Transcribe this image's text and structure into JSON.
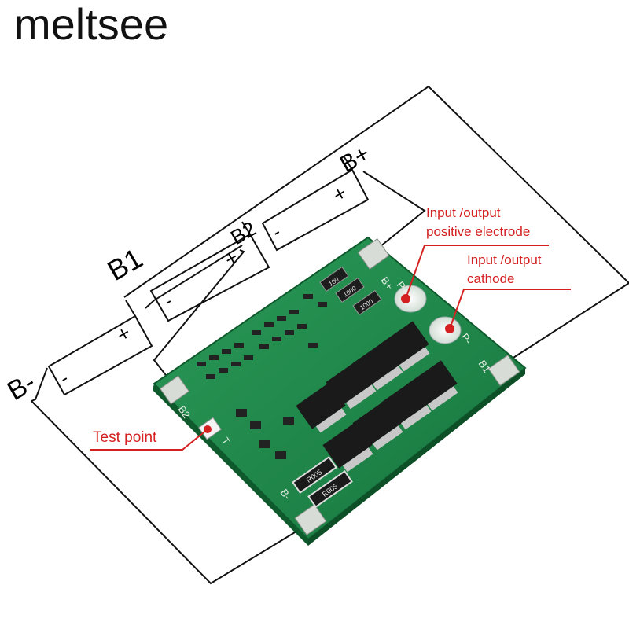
{
  "brand": {
    "name": "meltsee"
  },
  "wiring": {
    "b_minus": "B-",
    "b1": "B1",
    "b2": "B2",
    "b_plus": "B+",
    "cell_minus": "-",
    "cell_plus": "+"
  },
  "callouts": {
    "input_positive_1": "Input /output",
    "input_positive_2": "positive electrode",
    "input_cathode_1": "Input /output",
    "input_cathode_2": "cathode",
    "test_point": "Test point"
  },
  "board": {
    "pad_b_plus": "B+",
    "pad_p_plus": "P+",
    "pad_p_minus": "P-",
    "pad_b1": "B1",
    "pad_b2": "B2",
    "pad_b_minus": "B-",
    "pad_t": "T",
    "res_1": "100",
    "res_2": "1000",
    "res_3": "1000",
    "shunt_1": "R005",
    "shunt_2": "R005"
  },
  "colors": {
    "board": "#1f8a4c",
    "callout": "#d42020",
    "wire": "#111111"
  }
}
